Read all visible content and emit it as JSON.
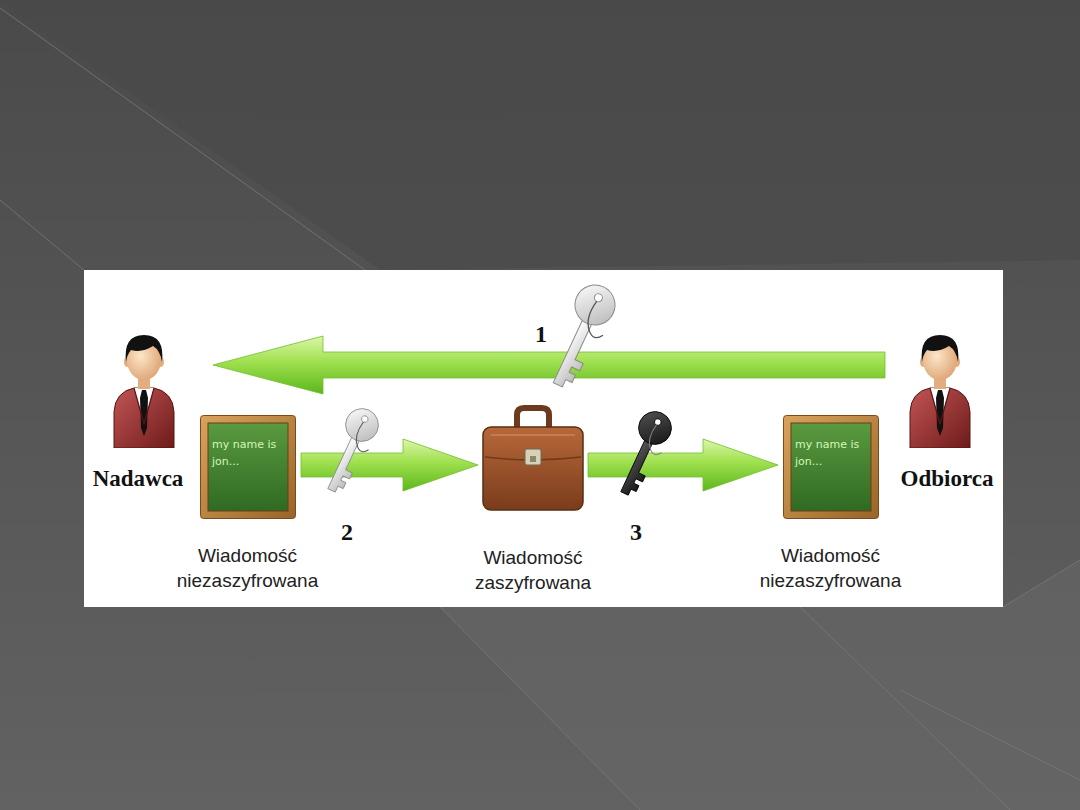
{
  "diagram": {
    "nodes": [
      {
        "text": [
          "Nadawca"
        ]
      },
      {
        "text": [
          "my name is jon...",
          "Wiadomość niezaszyfrowana"
        ]
      },
      {
        "text": [
          "Wiadomość zaszyfrowana"
        ]
      },
      {
        "text": [
          "my name is jon...",
          "Wiadomość niezaszyfrowana"
        ]
      },
      {
        "text": [
          "Odbiorca"
        ]
      }
    ],
    "edges": [
      {
        "from": 4,
        "to": 0,
        "arrow": "to",
        "label": "1"
      },
      {
        "from": 1,
        "to": 2,
        "arrow": "to",
        "label": "2"
      },
      {
        "from": 2,
        "to": 3,
        "arrow": "to",
        "label": "3"
      }
    ]
  }
}
